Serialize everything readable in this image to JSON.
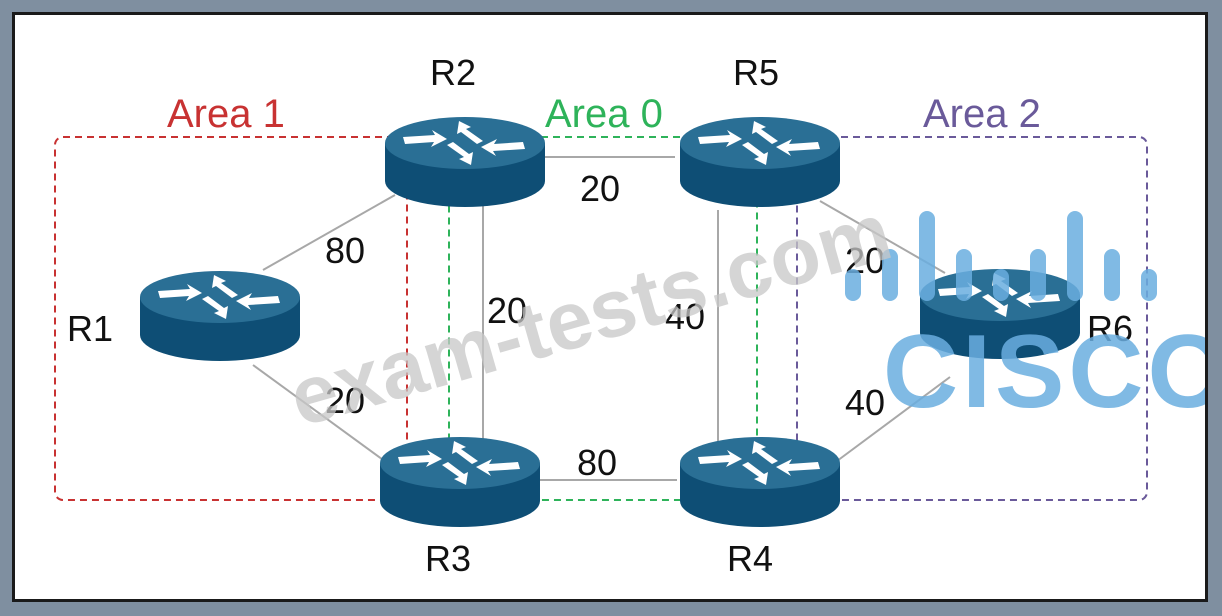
{
  "colors": {
    "area1": "#c83232",
    "area0": "#2eb35a",
    "area2": "#6a5a9a",
    "router_top": "#2a6f95",
    "router_side": "#0e4e75",
    "link": "#a8a8a8",
    "cisco_logo": "#6aaee0"
  },
  "areas": [
    {
      "id": "area1",
      "label": "Area 1"
    },
    {
      "id": "area0",
      "label": "Area 0"
    },
    {
      "id": "area2",
      "label": "Area 2"
    }
  ],
  "routers": [
    {
      "id": "R1",
      "label": "R1"
    },
    {
      "id": "R2",
      "label": "R2"
    },
    {
      "id": "R3",
      "label": "R3"
    },
    {
      "id": "R4",
      "label": "R4"
    },
    {
      "id": "R5",
      "label": "R5"
    },
    {
      "id": "R6",
      "label": "R6"
    }
  ],
  "links": [
    {
      "from": "R1",
      "to": "R2",
      "cost": "80"
    },
    {
      "from": "R1",
      "to": "R3",
      "cost": "20"
    },
    {
      "from": "R2",
      "to": "R3",
      "cost": "20"
    },
    {
      "from": "R2",
      "to": "R5",
      "cost": "20"
    },
    {
      "from": "R3",
      "to": "R4",
      "cost": "80"
    },
    {
      "from": "R5",
      "to": "R4",
      "cost": "40"
    },
    {
      "from": "R5",
      "to": "R6",
      "cost": "20"
    },
    {
      "from": "R4",
      "to": "R6",
      "cost": "40"
    }
  ],
  "watermark": {
    "text": "exam-tests.com"
  },
  "logo": {
    "text": "CISCO"
  }
}
